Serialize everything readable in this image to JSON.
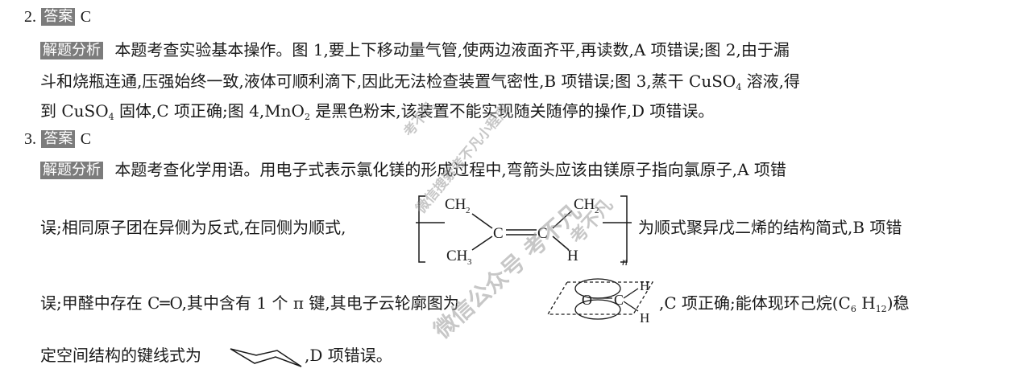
{
  "q2": {
    "number": "2.",
    "answer_tag": "答案",
    "answer": "C",
    "analysis_tag": "解题分析",
    "line1": "本题考查实验基本操作。图 1,要上下移动量气管,使两边液面齐平,再读数,A 项错误;图 2,由于漏",
    "line2": "斗和烧瓶连通,压强始终一致,液体可顺利滴下,因此无法检查装置气密性,B 项错误;图 3,蒸干 CuSO",
    "line2_sub": "4",
    "line2_tail": " 溶液,得",
    "line3_a": "到 CuSO",
    "line3_sub1": "4",
    "line3_b": " 固体,C 项正确;图 4,MnO",
    "line3_sub2": "2",
    "line3_c": " 是黑色粉末,该装置不能实现随关随停的操作,D 项错误。"
  },
  "q3": {
    "number": "3.",
    "answer_tag": "答案",
    "answer": "C",
    "analysis_tag": "解题分析",
    "line1": "本题考查化学用语。用电子式表示氯化镁的形成过程中,弯箭头应该由镁原子指向氯原子,A 项错",
    "line2_a": "误;相同原子团在异侧为反式,在同侧为顺式,",
    "line2_b": "为顺式聚异戊二烯的结构简式,B 项错",
    "line3_a": "误;甲醛中存在 C",
    "line3_bond": "═",
    "line3_b": "O,其中含有 1 个 π 键,其电子云轮廓图为",
    "line3_c": ",C 项正确;能体现环己烷(C",
    "line3_sub1": "6",
    "line3_d": " H",
    "line3_sub2": "12",
    "line3_e": ")稳",
    "line4_a": "定空间结构的键线式为",
    "line4_b": ",D 项错误。"
  },
  "polymer": {
    "ch2_left": "CH",
    "ch2_left_sub": "2",
    "ch2_right": "CH",
    "ch2_right_sub": "2",
    "c_left": "C",
    "c_right": "C",
    "ch3": "CH",
    "ch3_sub": "3",
    "h": "H",
    "n": "n"
  },
  "orbital": {
    "o": "O",
    "c": "C",
    "h_top": "H",
    "h_bottom": "H"
  },
  "watermark": [
    "考不凡",
    "微信搜索考不凡小程序",
    "考不凡",
    "微信公众号 考不凡"
  ]
}
